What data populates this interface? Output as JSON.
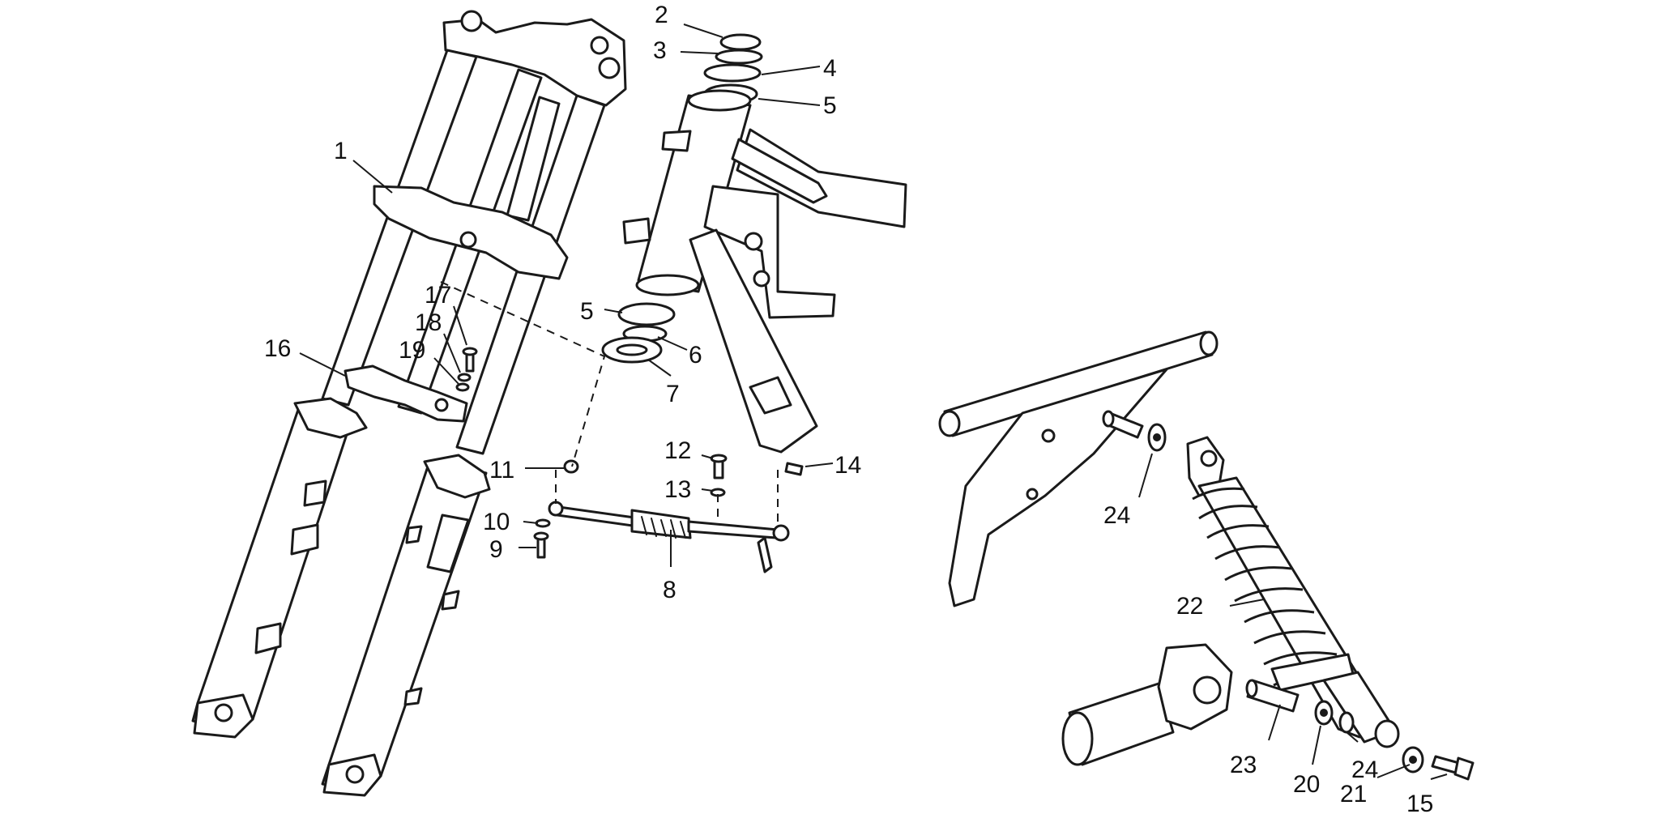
{
  "callouts": {
    "c1": "1",
    "c2": "2",
    "c3": "3",
    "c4": "4",
    "c5a": "5",
    "c5b": "5",
    "c6": "6",
    "c7": "7",
    "c8": "8",
    "c9": "9",
    "c10": "10",
    "c11": "11",
    "c12": "12",
    "c13": "13",
    "c14": "14",
    "c15": "15",
    "c16": "16",
    "c17": "17",
    "c18": "18",
    "c19": "19",
    "c20": "20",
    "c21": "21",
    "c22": "22",
    "c23": "23",
    "c24a": "24",
    "c24b": "24"
  },
  "colors": {
    "line": "#1a1a1a",
    "background": "#ffffff"
  }
}
